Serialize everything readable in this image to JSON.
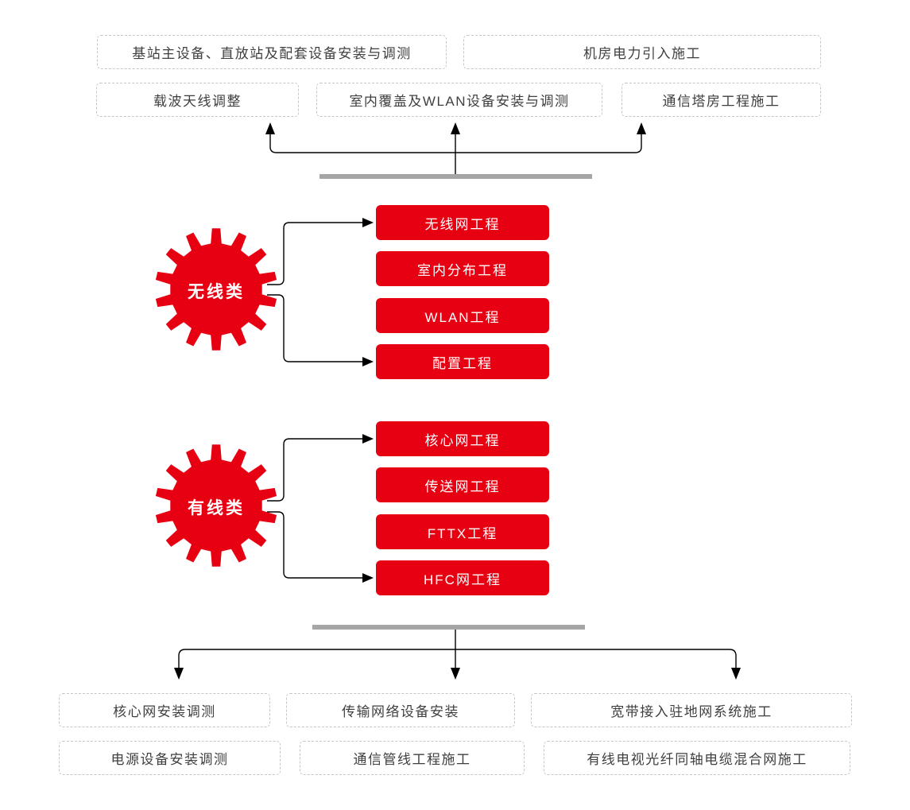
{
  "colors": {
    "accent_red": "#e60012",
    "bar_gray": "#a6a6a6",
    "connector_black": "#000000",
    "dashed_border_gray": "#c6c6c6",
    "box_text_gray": "#3f3f3f"
  },
  "top": {
    "row1": [
      "基站主设备、直放站及配套设备安装与调测",
      "机房电力引入施工"
    ],
    "row2": [
      "载波天线调整",
      "室内覆盖及WLAN设备安装与调测",
      "通信塔房工程施工"
    ]
  },
  "wireless": {
    "gear_label": "无线类",
    "projects": [
      "无线网工程",
      "室内分布工程",
      "WLAN工程",
      "配置工程"
    ]
  },
  "wired": {
    "gear_label": "有线类",
    "projects": [
      "核心网工程",
      "传送网工程",
      "FTTX工程",
      "HFC网工程"
    ]
  },
  "bottom": {
    "row1": [
      "核心网安装调测",
      "传输网络设备安装",
      "宽带接入驻地网系统施工"
    ],
    "row2": [
      "电源设备安装调测",
      "通信管线工程施工",
      "有线电视光纤同轴电缆混合网施工"
    ]
  }
}
